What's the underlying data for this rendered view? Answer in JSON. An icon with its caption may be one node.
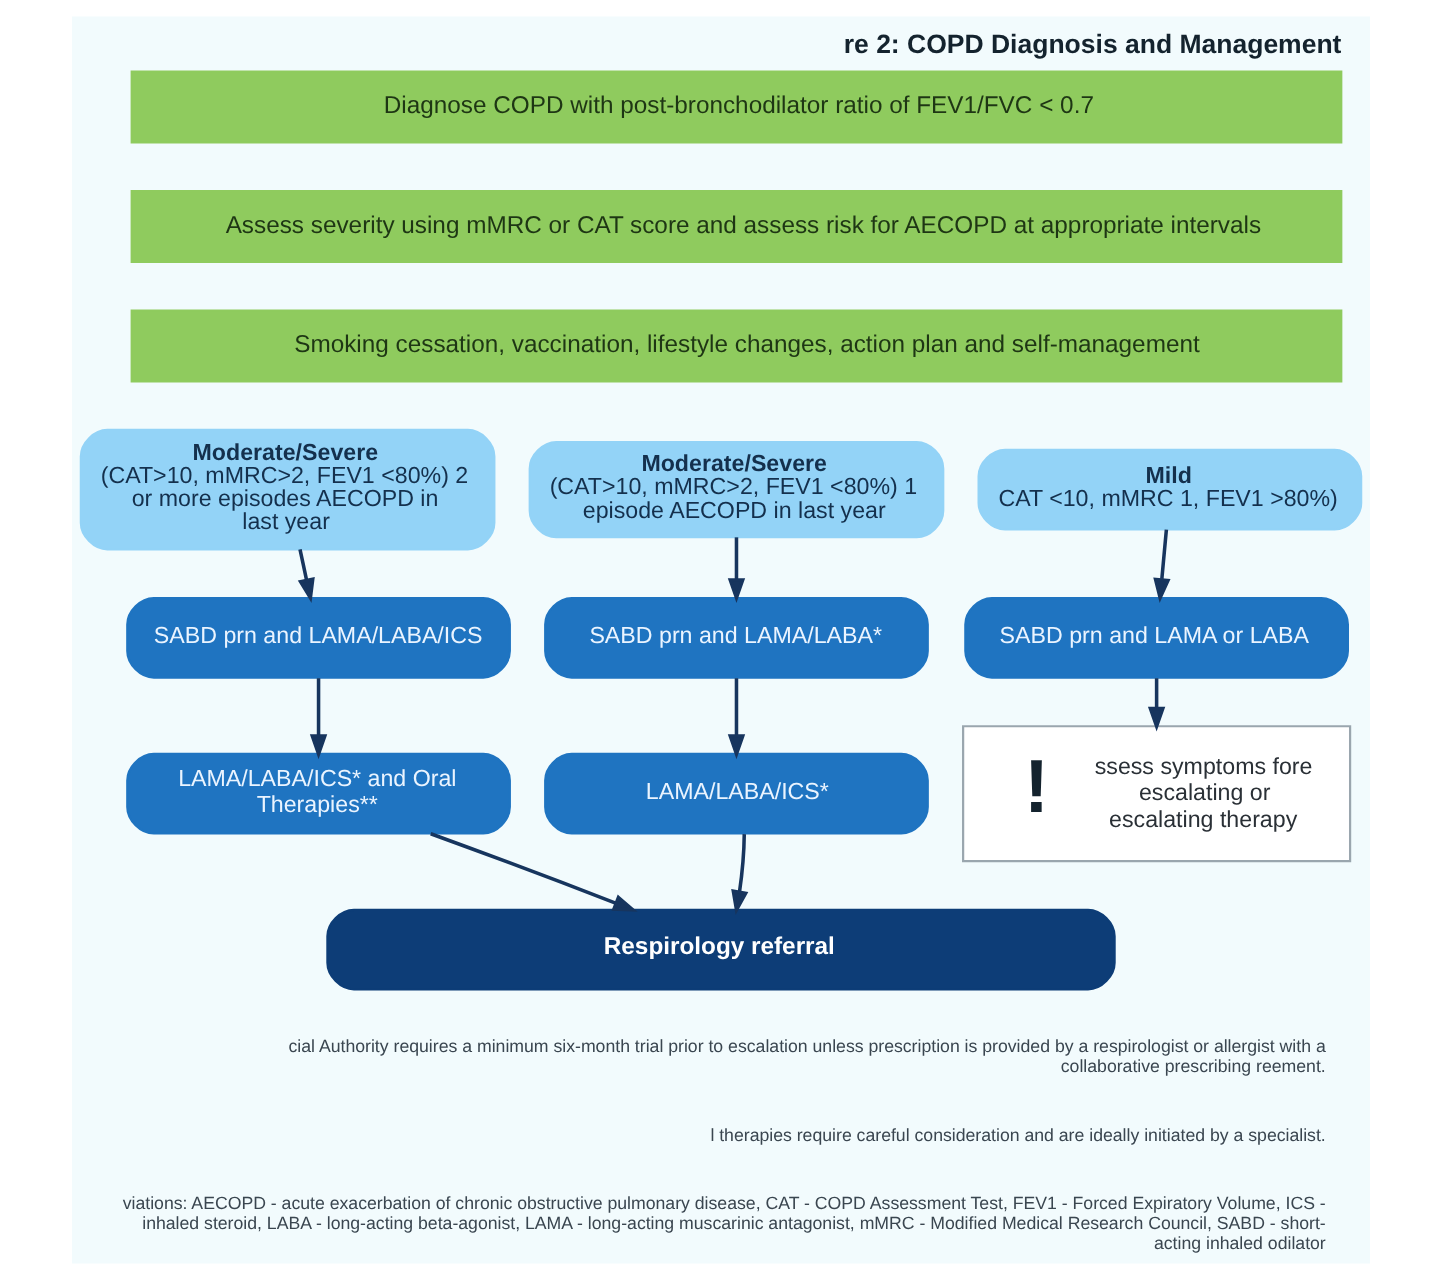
{
  "diagram": {
    "title": "re 2: COPD Diagnosis and Management",
    "nodes": [
      {
        "text": [
          "Diagnose COPD with post-bronchodilator ratio of FEV1/FVC < 0.7"
        ]
      },
      {
        "text": [
          "Assess severity using mMRC or CAT score and assess risk for AECOPD at appropriate intervals"
        ]
      },
      {
        "text": [
          "Smoking cessation, vaccination, lifestyle changes, action plan and self-management"
        ]
      },
      {
        "text": [
          "Mild",
          "CAT <10, mMRC 1, FEV1 >80%)"
        ]
      },
      {
        "text": [
          "Moderate/Severe",
          "(CAT>10, mMRC>2, FEV1 <80%) 1 episode AECOPD in last year"
        ]
      },
      {
        "text": [
          "Moderate/Severe",
          "(CAT>10, mMRC>2, FEV1 <80%) 2 or more episodes AECOPD in last year"
        ]
      },
      {
        "text": [
          "SABD prn and LAMA or LABA"
        ]
      },
      {
        "text": [
          "SABD prn and LAMA/LABA*"
        ]
      },
      {
        "text": [
          "SABD prn and LAMA/LABA/ICS"
        ]
      },
      {
        "text": [
          "!",
          "ssess symptoms fore escalating or escalating therapy"
        ]
      },
      {
        "text": [
          "LAMA/LABA/ICS*"
        ]
      },
      {
        "text": [
          "LAMA/LABA/ICS* and Oral Therapies**"
        ]
      },
      {
        "text": [
          "Respirology referral"
        ]
      }
    ],
    "edges": [
      {
        "from": 3,
        "to": 6,
        "arrow": "to"
      },
      {
        "from": 6,
        "to": 9,
        "arrow": "to"
      },
      {
        "from": 4,
        "to": 7,
        "arrow": "to"
      },
      {
        "from": 7,
        "to": 10,
        "arrow": "to"
      },
      {
        "from": 10,
        "to": 12,
        "arrow": "to"
      },
      {
        "from": 5,
        "to": 8,
        "arrow": "to"
      },
      {
        "from": 8,
        "to": 11,
        "arrow": "to"
      },
      {
        "from": 11,
        "to": 12,
        "arrow": "to"
      }
    ],
    "labels": [
      "cial Authority requires a minimum six-month trial prior to escalation unless prescription is provided by a respirologist or allergist with a collaborative prescribing reement.",
      "l therapies require careful consideration and are ideally initiated by a specialist.",
      "viations: AECOPD - acute exacerbation of chronic obstructive pulmonary disease, CAT - COPD Assessment Test, FEV1 - Forced Expiratory Volume, ICS - inhaled steroid, LABA - long-acting beta-agonist, LAMA - long-acting muscarinic antagonist, mMRC - Modified Medical Research Council, SABD - short-acting inhaled odilator"
    ]
  }
}
